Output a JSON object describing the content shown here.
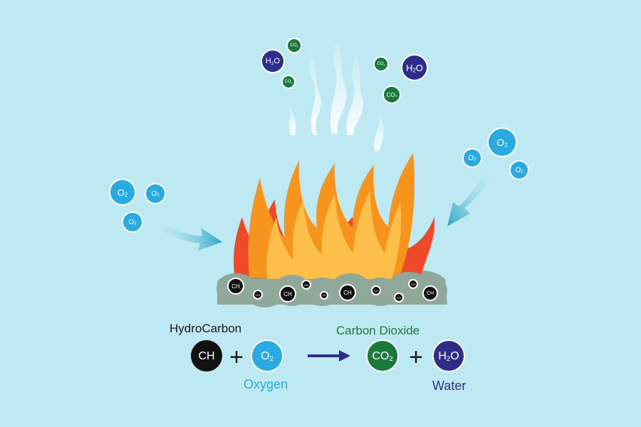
{
  "labels": {
    "hydrocarbon": "HydroCarbon",
    "carbon_dioxide": "Carbon Dioxide",
    "oxygen": "Oxygen",
    "water": "Water"
  },
  "equation": {
    "reactant1": {
      "base": "CH",
      "sub": ""
    },
    "plus1": "+",
    "reactant2": {
      "base": "O",
      "sub": "2"
    },
    "product1": {
      "base": "CO",
      "sub": "2"
    },
    "plus2": "+",
    "product2": {
      "base": "H",
      "sub": "2",
      "tail": "O"
    }
  },
  "floating_molecules": {
    "oxygen_left": [
      {
        "base": "O",
        "sub": "2"
      },
      {
        "base": "O",
        "sub": "2"
      },
      {
        "base": "O",
        "sub": "2"
      }
    ],
    "oxygen_right": [
      {
        "base": "O",
        "sub": "2"
      },
      {
        "base": "O",
        "sub": "2"
      },
      {
        "base": "O",
        "sub": "2"
      }
    ],
    "smoke": [
      {
        "base": "H",
        "sub": "2",
        "tail": "O"
      },
      {
        "base": "CO",
        "sub": "2"
      },
      {
        "base": "CO",
        "sub": "2"
      },
      {
        "base": "CO",
        "sub": "2"
      },
      {
        "base": "H",
        "sub": "2",
        "tail": "O"
      },
      {
        "base": "CO",
        "sub": "2"
      }
    ],
    "fuel_ch": [
      "CH",
      "CH",
      "CH",
      "CH",
      "CH",
      "CH",
      "CH",
      "CH",
      "CH",
      "CH"
    ]
  },
  "colors": {
    "background": "#bfe9f2",
    "oxygen": "#29abe2",
    "co2": "#1a7a3c",
    "water": "#2e2e8a",
    "hydrocarbon": "#111111",
    "arrow": "#35a8c8",
    "reaction_arrow": "#2e2e8a",
    "flame_outer": "#ee4a2a",
    "flame_mid": "#f7941d",
    "flame_inner": "#fbbf4a",
    "coal": "#8fa89a"
  }
}
